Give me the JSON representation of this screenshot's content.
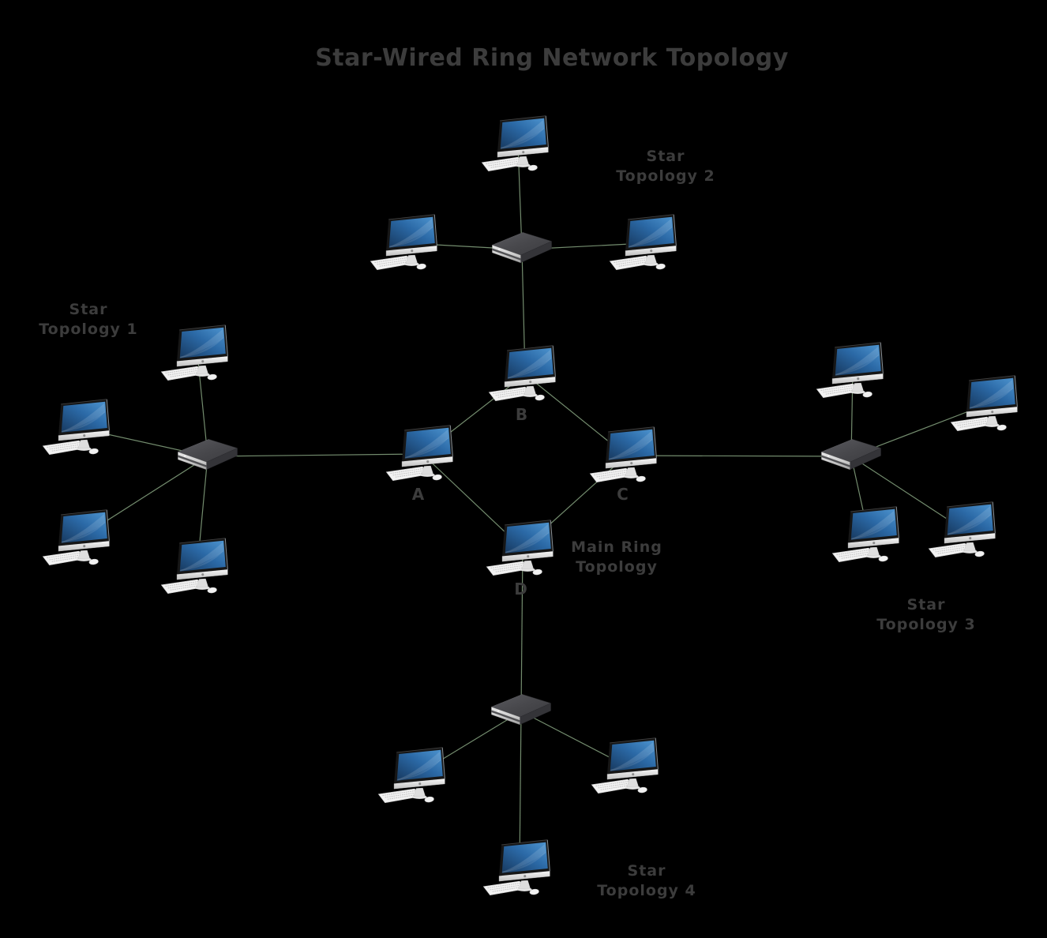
{
  "title": "Star-Wired Ring Network Topology",
  "labels": {
    "main_ring": "Main Ring\nTopology",
    "star1": "Star\nTopology 1",
    "star2": "Star\nTopology 2",
    "star3": "Star\nTopology 3",
    "star4": "Star\nTopology 4"
  },
  "nodes": [
    {
      "id": "ring-a",
      "type": "computer",
      "label": "A"
    },
    {
      "id": "ring-b",
      "type": "computer",
      "label": "B"
    },
    {
      "id": "ring-c",
      "type": "computer",
      "label": "C"
    },
    {
      "id": "ring-d",
      "type": "computer",
      "label": "D"
    },
    {
      "id": "star1-hub",
      "type": "switch",
      "label": ""
    },
    {
      "id": "star1-pc1",
      "type": "computer",
      "label": ""
    },
    {
      "id": "star1-pc2",
      "type": "computer",
      "label": ""
    },
    {
      "id": "star1-pc3",
      "type": "computer",
      "label": ""
    },
    {
      "id": "star1-pc4",
      "type": "computer",
      "label": ""
    },
    {
      "id": "star2-hub",
      "type": "switch",
      "label": ""
    },
    {
      "id": "star2-pc1",
      "type": "computer",
      "label": ""
    },
    {
      "id": "star2-pc2",
      "type": "computer",
      "label": ""
    },
    {
      "id": "star2-pc3",
      "type": "computer",
      "label": ""
    },
    {
      "id": "star3-hub",
      "type": "switch",
      "label": ""
    },
    {
      "id": "star3-pc1",
      "type": "computer",
      "label": ""
    },
    {
      "id": "star3-pc2",
      "type": "computer",
      "label": ""
    },
    {
      "id": "star3-pc3",
      "type": "computer",
      "label": ""
    },
    {
      "id": "star3-pc4",
      "type": "computer",
      "label": ""
    },
    {
      "id": "star4-hub",
      "type": "switch",
      "label": ""
    },
    {
      "id": "star4-pc1",
      "type": "computer",
      "label": ""
    },
    {
      "id": "star4-pc2",
      "type": "computer",
      "label": ""
    },
    {
      "id": "star4-pc3",
      "type": "computer",
      "label": ""
    }
  ],
  "edges": [
    [
      "ring-a",
      "ring-b"
    ],
    [
      "ring-b",
      "ring-c"
    ],
    [
      "ring-c",
      "ring-d"
    ],
    [
      "ring-d",
      "ring-a"
    ],
    [
      "star1-hub",
      "ring-a"
    ],
    [
      "star2-hub",
      "ring-b"
    ],
    [
      "star3-hub",
      "ring-c"
    ],
    [
      "star4-hub",
      "ring-d"
    ],
    [
      "star1-hub",
      "star1-pc1"
    ],
    [
      "star1-hub",
      "star1-pc2"
    ],
    [
      "star1-hub",
      "star1-pc3"
    ],
    [
      "star1-hub",
      "star1-pc4"
    ],
    [
      "star2-hub",
      "star2-pc1"
    ],
    [
      "star2-hub",
      "star2-pc2"
    ],
    [
      "star2-hub",
      "star2-pc3"
    ],
    [
      "star3-hub",
      "star3-pc1"
    ],
    [
      "star3-hub",
      "star3-pc2"
    ],
    [
      "star3-hub",
      "star3-pc3"
    ],
    [
      "star3-hub",
      "star3-pc4"
    ],
    [
      "star4-hub",
      "star4-pc1"
    ],
    [
      "star4-hub",
      "star4-pc2"
    ],
    [
      "star4-hub",
      "star4-pc3"
    ]
  ],
  "colors": {
    "background": "#000000",
    "wire": "#7a9474",
    "text": "#3c3c3c",
    "screen_blue_light": "#4e95d0",
    "screen_blue_dark": "#17395f",
    "switch_body": "#48484c",
    "silver": "#d9d9d9"
  }
}
